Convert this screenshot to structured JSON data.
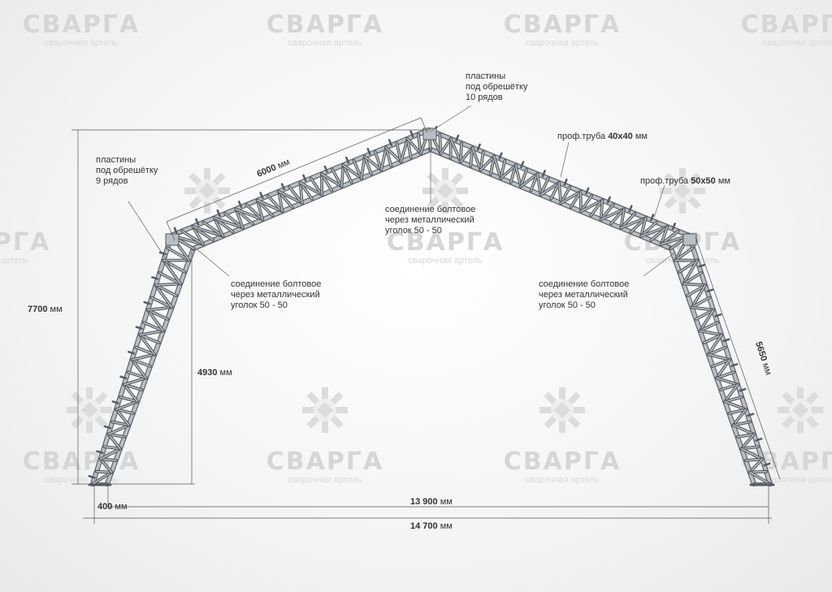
{
  "watermark": {
    "brand": "СВАРГА",
    "subtitle": "сварочная артель"
  },
  "annotations": {
    "plates_top": [
      "пластины",
      "под обрешётку",
      "10 рядов"
    ],
    "plates_left": [
      "пластины",
      "под обрешётку",
      "9 рядов"
    ],
    "joint_top": [
      "соединение болтовое",
      "через металлический",
      "уголок 50 - 50"
    ],
    "joint_left": [
      "соединение болтовое",
      "через металлический",
      "уголок 50 - 50"
    ],
    "joint_right": [
      "соединение болтовое",
      "через металлический",
      "уголок 50 - 50"
    ],
    "pipe_40": {
      "prefix": "проф.труба ",
      "size": "40х40",
      "unit": " мм"
    },
    "pipe_50": {
      "prefix": "проф.труба ",
      "size": "50х50",
      "unit": " мм"
    }
  },
  "dimensions": {
    "rafter": {
      "value": "6000",
      "unit": " мм"
    },
    "total_height": {
      "value": "7700",
      "unit": " мм"
    },
    "wall_height": {
      "value": "4930",
      "unit": " мм"
    },
    "leg_length": {
      "value": "5650",
      "unit": " мм"
    },
    "base_offset": {
      "value": "400",
      "unit": " мм"
    },
    "inner_span": {
      "value": "13 900",
      "unit": " мм"
    },
    "outer_span": {
      "value": "14 700",
      "unit": " мм"
    }
  },
  "colors": {
    "steel_dark": "#555a60",
    "steel_light": "#b9bec4",
    "watermark": "#d6d6d6"
  }
}
